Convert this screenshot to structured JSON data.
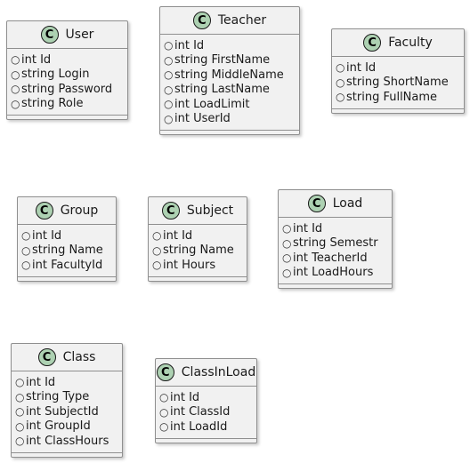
{
  "icon_glyph": "C",
  "icon_color": "#ADD1B2",
  "classes": {
    "user": {
      "name": "User",
      "attributes": [
        "int Id",
        "string Login",
        "string Password",
        "string Role"
      ]
    },
    "teacher": {
      "name": "Teacher",
      "attributes": [
        "int Id",
        "string FirstName",
        "string MiddleName",
        "string LastName",
        "int LoadLimit",
        "int UserId"
      ]
    },
    "faculty": {
      "name": "Faculty",
      "attributes": [
        "int Id",
        "string ShortName",
        "string FullName"
      ]
    },
    "group": {
      "name": "Group",
      "attributes": [
        "int Id",
        "string Name",
        "int FacultyId"
      ]
    },
    "subject": {
      "name": "Subject",
      "attributes": [
        "int Id",
        "string Name",
        "int Hours"
      ]
    },
    "load": {
      "name": "Load",
      "attributes": [
        "int Id",
        "string Semestr",
        "int TeacherId",
        "int LoadHours"
      ]
    },
    "class": {
      "name": "Class",
      "attributes": [
        "int Id",
        "string Type",
        "int SubjectId",
        "int GroupId",
        "int ClassHours"
      ]
    },
    "classinload": {
      "name": "ClassInLoad",
      "attributes": [
        "int Id",
        "int ClassId",
        "int LoadId"
      ]
    }
  },
  "visibility_marker": "○"
}
